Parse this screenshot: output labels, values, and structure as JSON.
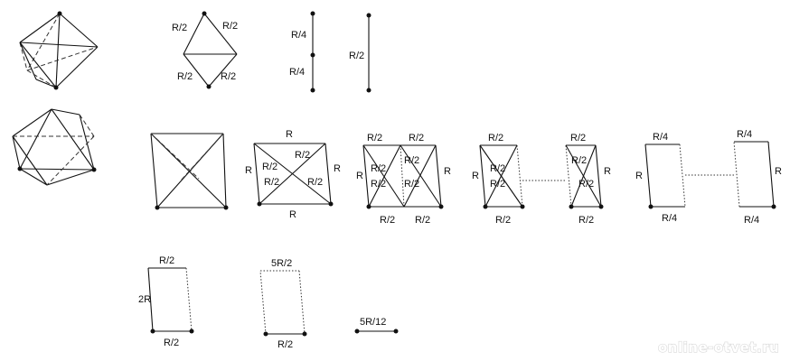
{
  "labels": {
    "r2": "R/2",
    "r4": "R/4",
    "r": "R",
    "two_r": "2R",
    "five_r2": "5R/2",
    "five_r12": "5R/12"
  },
  "watermark": "online-otvet.ru"
}
